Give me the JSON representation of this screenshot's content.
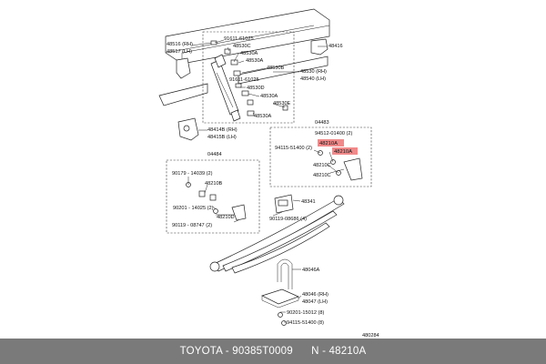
{
  "labels": {
    "l48516": "48516 (RH)",
    "l48517": "48517 (LH)",
    "l91611a": "91611-61025",
    "l48530C": "48530C",
    "l48530A_1": "48530A",
    "l48530B": "48530B",
    "l48416": "48416",
    "l48530": "48530 (RH)",
    "l48540": "48540 (LH)",
    "l91611b": "91611-61025",
    "l48530D": "48530D",
    "l48530A_2": "48530A",
    "l48530E": "48530E",
    "l48530A_3": "48530A",
    "l48414B": "48414B (RH)",
    "l48415B": "48415B (LH)",
    "l04483": "04483",
    "l04484": "04484",
    "l94512": "94512-01400 (2)",
    "l48210A_1": "48210A",
    "l94115a": "94115-51400 (2)",
    "l48210A_2": "48210A",
    "l48210C_1": "48210C",
    "l48210C_2": "48210C",
    "l90179": "90179 - 14039 (2)",
    "l48210B": "48210B",
    "l90201a": "90201 - 14025 (2)",
    "l48210D": "48210D",
    "l90119a": "90119 - 08747 (2)",
    "l48341": "48341",
    "l90119b": "90119-08686 (4)",
    "l48046A": "48046A",
    "l48046": "48046 (RH)",
    "l48047": "48047 (LH)",
    "l90201b": "90201-15012 (8)",
    "l94115b": "94115-51400 (8)",
    "l480284": "480284"
  },
  "footer": {
    "text": "TOYOTA - 90385T0009      N - 48210A"
  },
  "colors": {
    "highlight": "#f08a8a",
    "footer_bg": "#7a7a7a"
  }
}
